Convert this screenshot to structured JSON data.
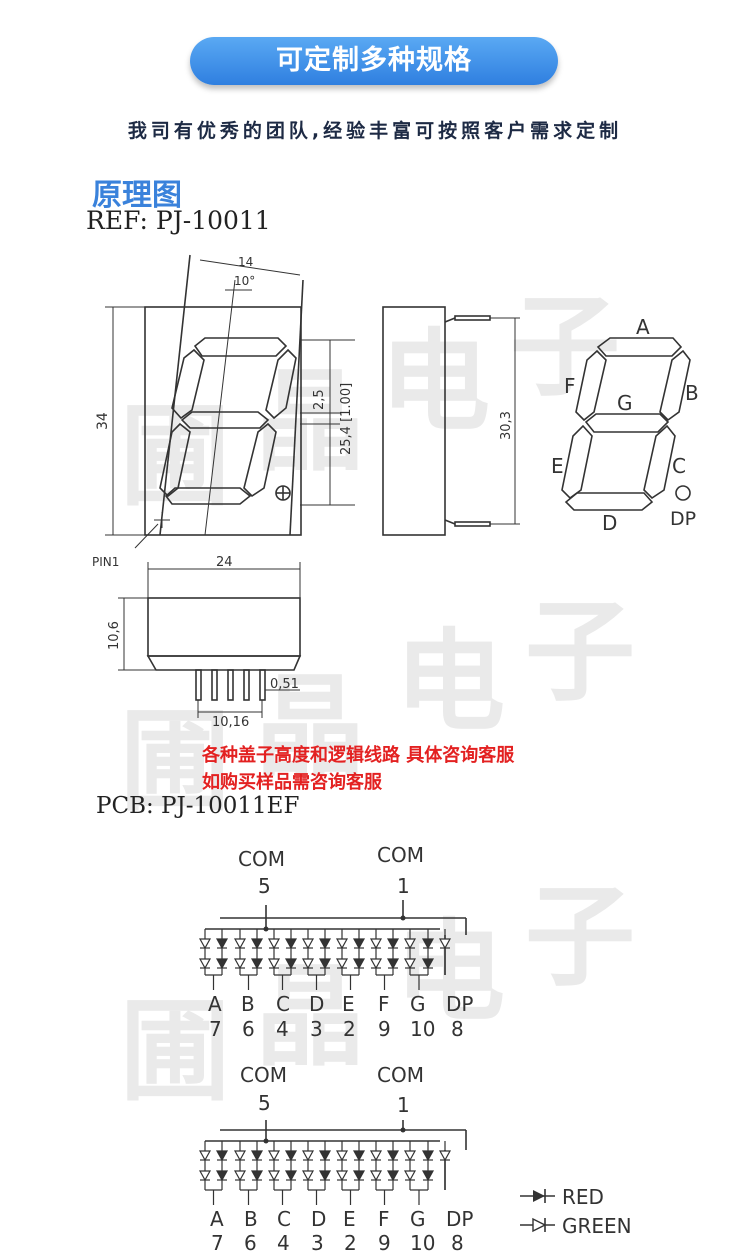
{
  "header": {
    "banner": "可定制多种规格",
    "tagline": "我司有优秀的团队,经验丰富可按照客户需求定制"
  },
  "section": {
    "title": "原理图",
    "ref": "REF: PJ-10011",
    "pcb": "PCB: PJ-10011EF"
  },
  "watermark": [
    "圃",
    "晶",
    "电",
    "子"
  ],
  "dimensions": {
    "width_top": "14",
    "angle": "10°",
    "height": "34",
    "seg_gap": "2,5",
    "pitch": "25,4 [1.00]",
    "side_height": "30,3",
    "bottom_width": "24",
    "bottom_height": "10,6",
    "pin_width": "0,51",
    "pin_span": "10,16",
    "pin1": "PIN1"
  },
  "segment_labels": {
    "A": "A",
    "B": "B",
    "C": "C",
    "D": "D",
    "E": "E",
    "F": "F",
    "G": "G",
    "DP": "DP"
  },
  "notes": {
    "line1": "各种盖子高度和逻辑线路 具体咨询客服",
    "line2": "如购买样品需咨询客服"
  },
  "schematic": {
    "com_label": "COM",
    "com_left": "5",
    "com_right": "1",
    "segments": [
      "A",
      "B",
      "C",
      "D",
      "E",
      "F",
      "G",
      "DP"
    ],
    "pins": [
      "7",
      "6",
      "4",
      "3",
      "2",
      "9",
      "10",
      "8"
    ]
  },
  "legend": {
    "red": "RED",
    "green": "GREEN"
  }
}
